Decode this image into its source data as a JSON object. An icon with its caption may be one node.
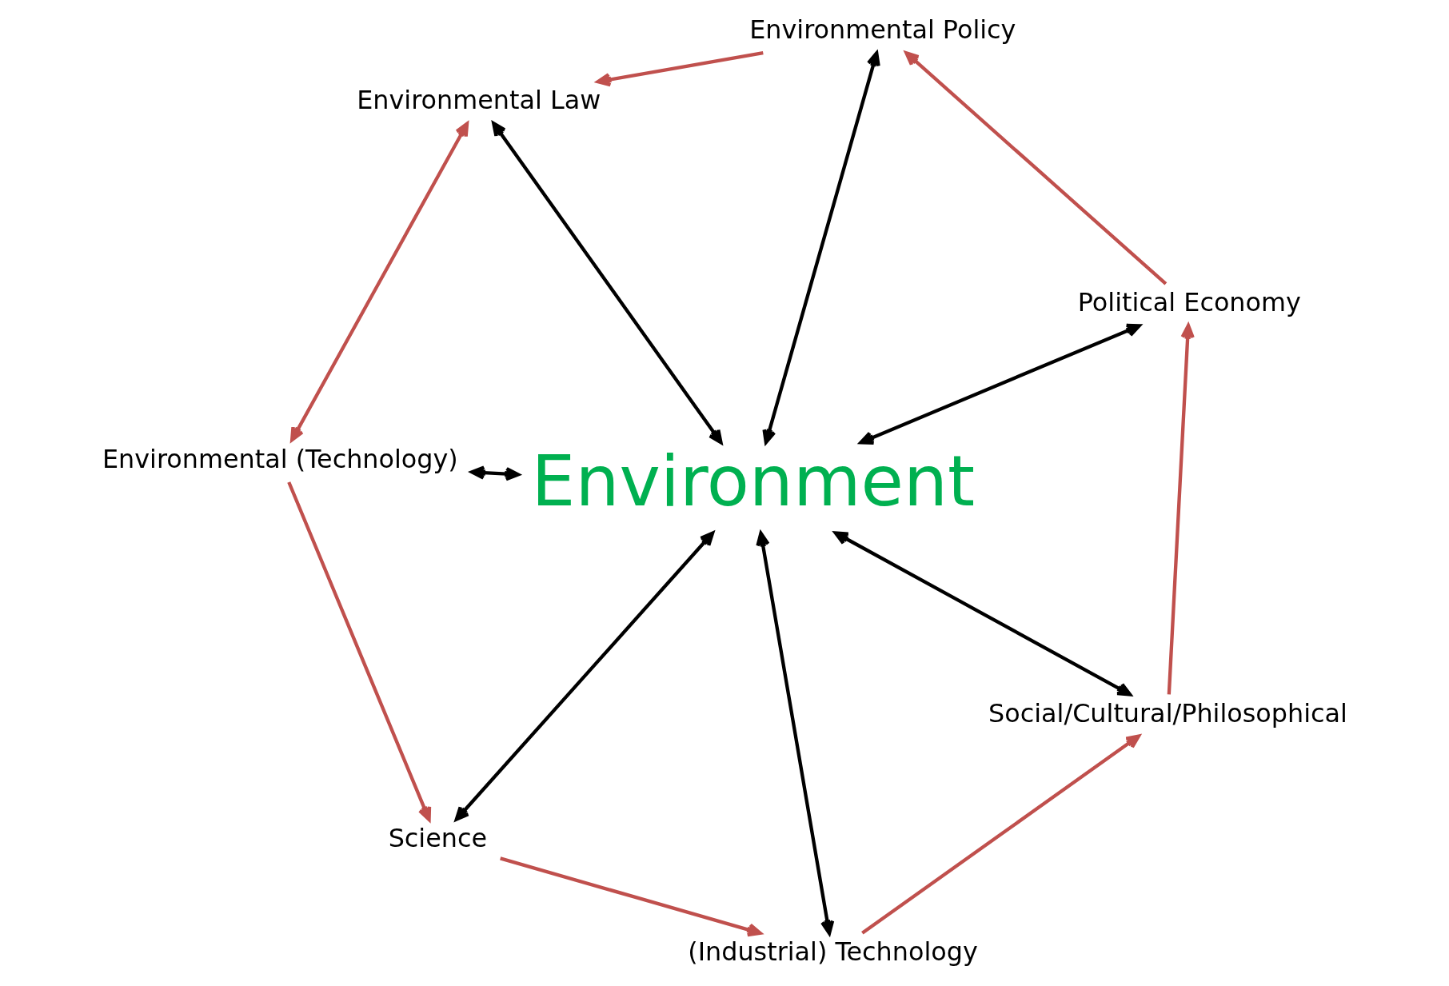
{
  "diagram": {
    "nodes": [
      {
        "text": [
          "Environment"
        ]
      },
      {
        "text": [
          "Social/Cultural/Philosophical"
        ]
      },
      {
        "text": [
          "Political Economy"
        ]
      },
      {
        "text": [
          "Environmental Policy"
        ]
      },
      {
        "text": [
          "Environmental Law"
        ]
      },
      {
        "text": [
          "Environmental (Technology)"
        ]
      },
      {
        "text": [
          "Science"
        ]
      },
      {
        "text": [
          "(Industrial) Technology"
        ]
      }
    ],
    "edges": [
      {
        "from": 0,
        "to": 1,
        "arrow": "both"
      },
      {
        "from": 0,
        "to": 2,
        "arrow": "both"
      },
      {
        "from": 0,
        "to": 3,
        "arrow": "both"
      },
      {
        "from": 0,
        "to": 4,
        "arrow": "both"
      },
      {
        "from": 0,
        "to": 5,
        "arrow": "both"
      },
      {
        "from": 0,
        "to": 6,
        "arrow": "both"
      },
      {
        "from": 0,
        "to": 7,
        "arrow": "both"
      },
      {
        "from": 7,
        "to": 1,
        "arrow": "to",
        "color": "#c0504d"
      },
      {
        "from": 1,
        "to": 2,
        "arrow": "to",
        "color": "#c0504d"
      },
      {
        "from": 2,
        "to": 3,
        "arrow": "to",
        "color": "#c0504d"
      },
      {
        "from": 3,
        "to": 4,
        "arrow": "to",
        "color": "#c0504d"
      },
      {
        "from": 5,
        "to": 4,
        "arrow": "both",
        "color": "#c0504d"
      },
      {
        "from": 5,
        "to": 6,
        "arrow": "to",
        "color": "#c0504d"
      },
      {
        "from": 6,
        "to": 7,
        "arrow": "to",
        "color": "#c0504d"
      }
    ]
  }
}
